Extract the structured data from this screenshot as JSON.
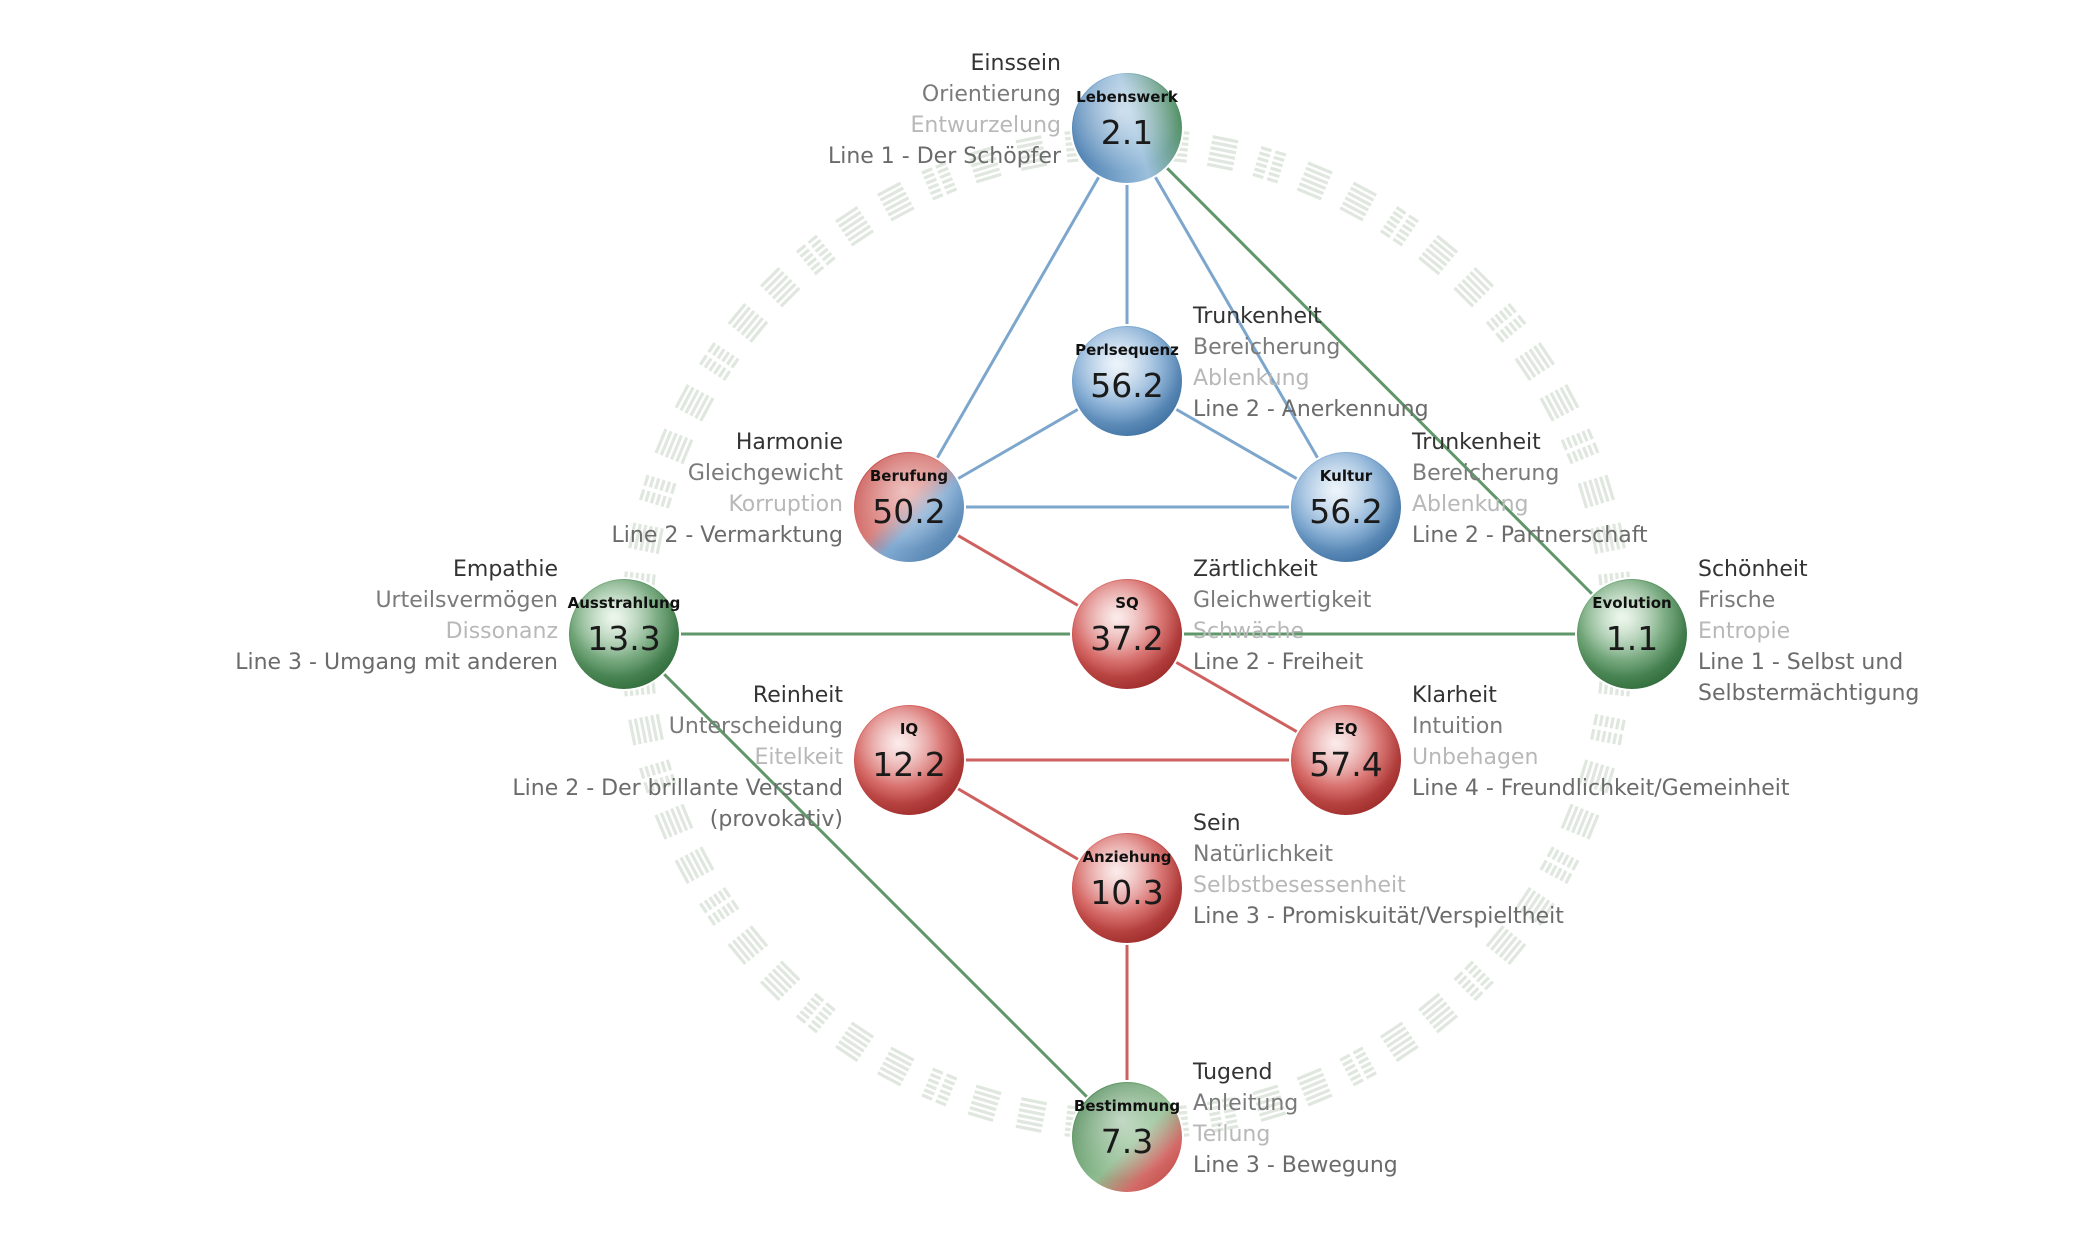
{
  "colors": {
    "blue": "#6f9cc8",
    "red": "#c9504e",
    "green": "#4f8c5a",
    "ring": "#dfe7df"
  },
  "nodes": [
    {
      "id": "lebenswerk",
      "title": "Lebenswerk",
      "value": "2.1",
      "fill": "blue-green",
      "labels": {
        "side": "left",
        "lines": [
          "Einssein",
          "Orientierung",
          "Entwurzelung",
          "Line 1 - Der Schöpfer"
        ]
      }
    },
    {
      "id": "perlsequenz",
      "title": "Perlsequenz",
      "value": "56.2",
      "fill": "blue",
      "labels": {
        "side": "right",
        "lines": [
          "Trunkenheit",
          "Bereicherung",
          "Ablenkung",
          "Line 2 - Anerkennung"
        ]
      }
    },
    {
      "id": "berufung",
      "title": "Berufung",
      "value": "50.2",
      "fill": "red-blue",
      "labels": {
        "side": "left",
        "lines": [
          "Harmonie",
          "Gleichgewicht",
          "Korruption",
          "Line 2 - Vermarktung"
        ]
      }
    },
    {
      "id": "kultur",
      "title": "Kultur",
      "value": "56.2",
      "fill": "blue",
      "labels": {
        "side": "right",
        "lines": [
          "Trunkenheit",
          "Bereicherung",
          "Ablenkung",
          "Line 2 - Partnerschaft"
        ]
      }
    },
    {
      "id": "ausstrahlung",
      "title": "Ausstrahlung",
      "value": "13.3",
      "fill": "green",
      "labels": {
        "side": "left",
        "lines": [
          "Empathie",
          "Urteilsvermögen",
          "Dissonanz",
          "Line 3 - Umgang mit anderen"
        ]
      }
    },
    {
      "id": "sq",
      "title": "SQ",
      "value": "37.2",
      "fill": "red",
      "labels": {
        "side": "right",
        "lines": [
          "Zärtlichkeit",
          "Gleichwertigkeit",
          "Schwäche",
          "Line 2 - Freiheit"
        ]
      }
    },
    {
      "id": "evolution",
      "title": "Evolution",
      "value": "1.1",
      "fill": "green",
      "labels": {
        "side": "right",
        "lines": [
          "Schönheit",
          "Frische",
          "Entropie",
          "Line 1 - Selbst und",
          "Selbstermächtigung"
        ]
      }
    },
    {
      "id": "iq",
      "title": "IQ",
      "value": "12.2",
      "fill": "red",
      "labels": {
        "side": "left",
        "lines": [
          "Reinheit",
          "Unterscheidung",
          "Eitelkeit",
          "Line 2 - Der brillante Verstand",
          "(provokativ)"
        ]
      }
    },
    {
      "id": "eq",
      "title": "EQ",
      "value": "57.4",
      "fill": "red",
      "labels": {
        "side": "right",
        "lines": [
          "Klarheit",
          "Intuition",
          "Unbehagen",
          "Line 4 - Freundlichkeit/Gemeinheit"
        ]
      }
    },
    {
      "id": "anziehung",
      "title": "Anziehung",
      "value": "10.3",
      "fill": "red",
      "labels": {
        "side": "right",
        "lines": [
          "Sein",
          "Natürlichkeit",
          "Selbstbesessenheit",
          "Line 3 - Promiskuität/Verspieltheit"
        ]
      }
    },
    {
      "id": "bestimmung",
      "title": "Bestimmung",
      "value": "7.3",
      "fill": "green-red",
      "labels": {
        "side": "right",
        "lines": [
          "Tugend",
          "Anleitung",
          "Teilung",
          "Line 3 - Bewegung"
        ]
      }
    }
  ],
  "edges": [
    {
      "from": "lebenswerk",
      "to": "perlsequenz",
      "color": "blue"
    },
    {
      "from": "lebenswerk",
      "to": "berufung",
      "color": "blue"
    },
    {
      "from": "lebenswerk",
      "to": "kultur",
      "color": "blue"
    },
    {
      "from": "lebenswerk",
      "to": "evolution",
      "color": "green"
    },
    {
      "from": "perlsequenz",
      "to": "berufung",
      "color": "blue"
    },
    {
      "from": "perlsequenz",
      "to": "kultur",
      "color": "blue"
    },
    {
      "from": "berufung",
      "to": "kultur",
      "color": "blue"
    },
    {
      "from": "berufung",
      "to": "sq",
      "color": "red"
    },
    {
      "from": "ausstrahlung",
      "to": "evolution",
      "color": "green"
    },
    {
      "from": "sq",
      "to": "eq",
      "color": "red"
    },
    {
      "from": "iq",
      "to": "eq",
      "color": "red"
    },
    {
      "from": "iq",
      "to": "anziehung",
      "color": "red"
    },
    {
      "from": "anziehung",
      "to": "bestimmung",
      "color": "red"
    },
    {
      "from": "ausstrahlung",
      "to": "bestimmung",
      "color": "green"
    }
  ]
}
